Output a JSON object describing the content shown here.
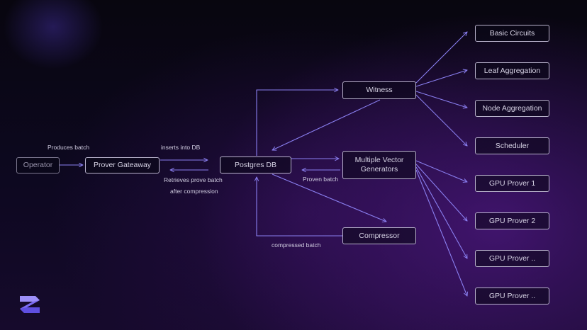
{
  "nodes": {
    "operator": "Operator",
    "prover_gateway": "Prover Gateaway",
    "postgres": "Postgres DB",
    "witness": "Witness",
    "mvg": "Multiple Vector Generators",
    "compressor": "Compressor",
    "basic_circuits": "Basic Circuits",
    "leaf_aggregation": "Leaf Aggregation",
    "node_aggregation": "Node Aggregation",
    "scheduler": "Scheduler",
    "gpu_prover_1": "GPU Prover 1",
    "gpu_prover_2": "GPU Prover 2",
    "gpu_prover_3": "GPU Prover ..",
    "gpu_prover_4": "GPU Prover .."
  },
  "labels": {
    "produces_batch": "Produces batch",
    "inserts_into_db": "inserts into DB",
    "retrieves_line1": "Retrieves prove batch",
    "retrieves_line2": "after compression",
    "proven_batch": "Proven batch",
    "compressed_batch": "compressed batch"
  },
  "colors": {
    "arrow": "#8a7ff0",
    "box_border": "#b9b3cc",
    "logo": "#7c6cf2"
  }
}
